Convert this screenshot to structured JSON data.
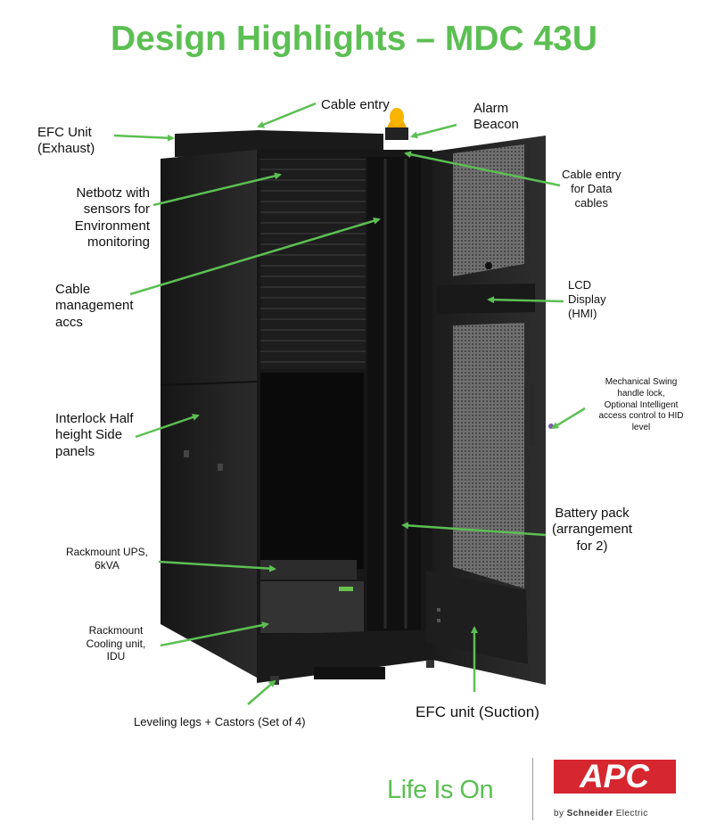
{
  "title": "Design Highlights – MDC 43U",
  "labels": {
    "cable_entry": "Cable entry",
    "alarm_beacon": [
      "Alarm",
      "Beacon"
    ],
    "efc_exhaust": [
      "EFC Unit",
      "(Exhaust)"
    ],
    "cable_entry_data": [
      "Cable entry",
      "for Data",
      "cables"
    ],
    "netbotz": [
      "Netbotz with",
      "sensors for",
      "Environment",
      "monitoring"
    ],
    "cable_mgmt": [
      "Cable",
      "management",
      "accs"
    ],
    "lcd": [
      "LCD",
      "Display",
      "(HMI)"
    ],
    "swing_lock": [
      "Mechanical Swing",
      "handle lock,",
      "Optional Intelligent",
      "access control to HID",
      "level"
    ],
    "side_panels": [
      "Interlock Half",
      "height Side",
      "panels"
    ],
    "battery": [
      "Battery pack",
      "(arrangement",
      "for 2)"
    ],
    "ups": [
      "Rackmount UPS,",
      "6kVA"
    ],
    "cooling": [
      "Rackmount",
      "Cooling unit,",
      "IDU"
    ],
    "legs": "Leveling legs + Castors (Set of 4)",
    "efc_suction": "EFC unit (Suction)"
  },
  "brand": {
    "tagline": "Life Is On",
    "logo": "APC",
    "by": "by",
    "parent": "Schneider",
    "parent_suffix": "Electric"
  },
  "colors": {
    "title_green": "#5cbf53",
    "arrow_green": "#5cbf53",
    "apc_red": "#d6262f",
    "cabinet": "#222222"
  }
}
